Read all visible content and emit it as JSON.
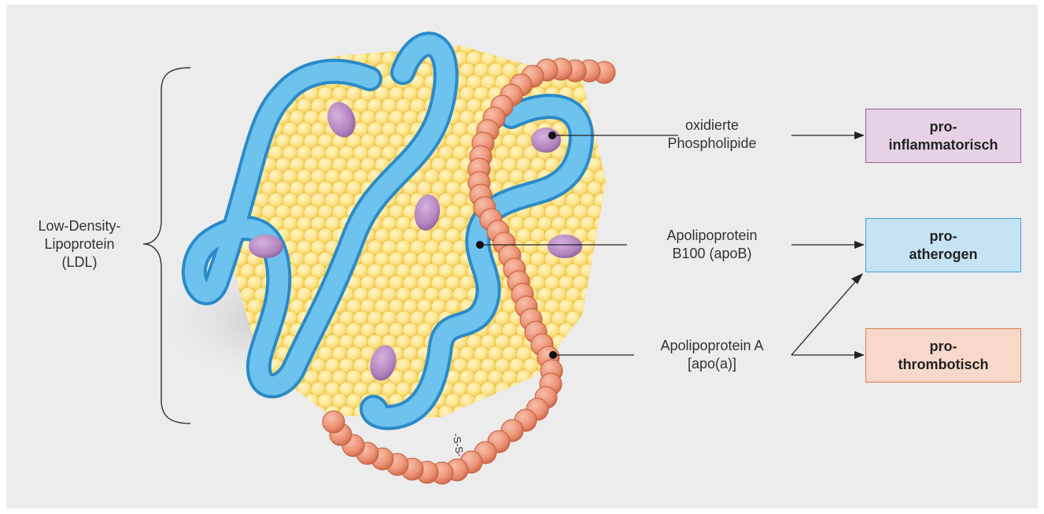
{
  "ldl_label": [
    "Low-Density-",
    "Lipoprotein",
    "(LDL)"
  ],
  "labels": {
    "ox": [
      "oxidierte",
      "Phospholipide"
    ],
    "apob": [
      "Apolipoprotein",
      "B100 (apoB)"
    ],
    "apoa": [
      "Apolipoprotein A",
      "[apo(a)]"
    ]
  },
  "boxes": {
    "inflam": {
      "line1": "pro-",
      "line2": "inflammatorisch",
      "fill": "#e6d2e6",
      "border": "#9a5f9a"
    },
    "ather": {
      "line1": "pro-",
      "line2": "atherogen",
      "fill": "#c6e3f4",
      "border": "#3aa0d8"
    },
    "throm": {
      "line1": "pro-",
      "line2": "thrombotisch",
      "fill": "#f8d9c9",
      "border": "#e07a55"
    }
  },
  "disulfide_label": "-S-S-",
  "colors": {
    "core": "#fde38a",
    "core_edge": "#e8b92a",
    "apob": "#5bb3e4",
    "apoa": "#ec9275",
    "phospholipid": "#b283be",
    "background": "#ececec"
  }
}
